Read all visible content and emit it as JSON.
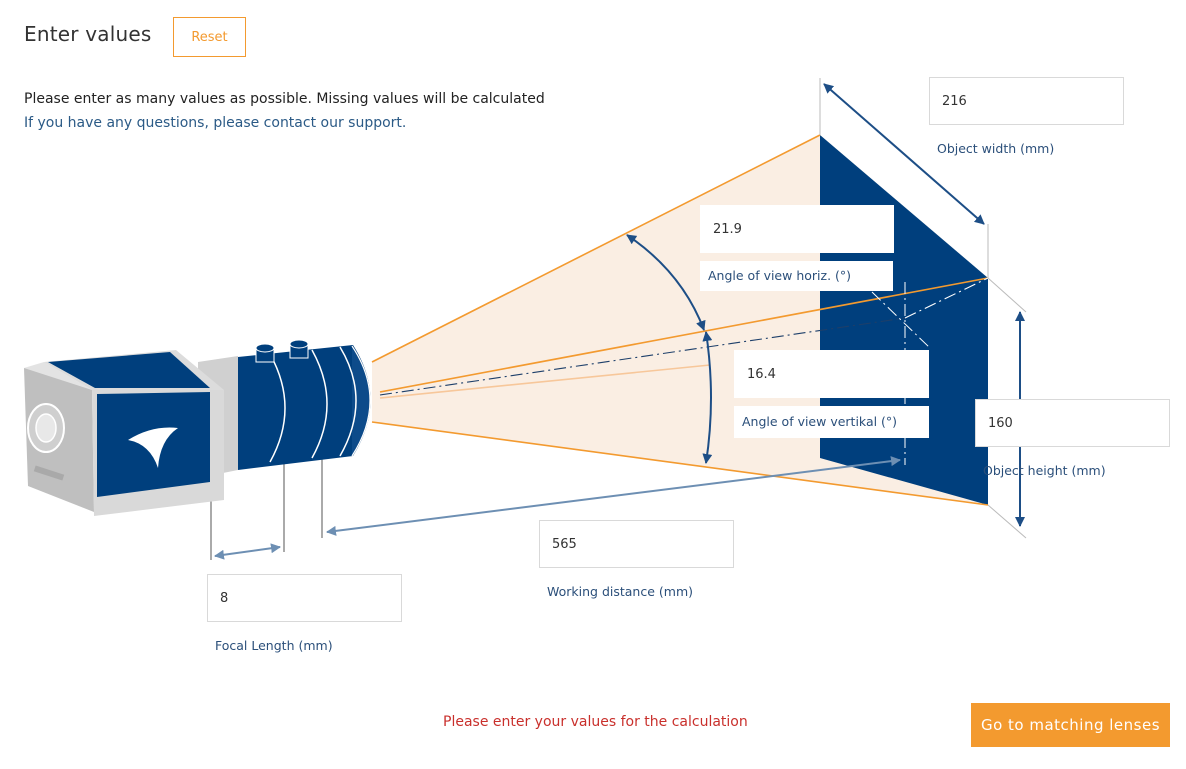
{
  "header": {
    "title": "Enter values",
    "reset_label": "Reset"
  },
  "intro": {
    "instruction": "Please enter as many values as possible. Missing values will be calculated",
    "support_link": "If you have any questions, please contact our support."
  },
  "fields": {
    "object_width": {
      "value": "216",
      "label": "Object width (mm)"
    },
    "angle_horizontal": {
      "value": "21.9",
      "label": "Angle of view horiz. (°)"
    },
    "angle_vertical": {
      "value": "16.4",
      "label": "Angle of view vertikal (°)"
    },
    "object_height": {
      "value": "160",
      "label": "Object height (mm)"
    },
    "working_distance": {
      "value": "565",
      "label": "Working distance (mm)"
    },
    "focal_length": {
      "value": "8",
      "label": "Focal Length (mm)"
    }
  },
  "footer": {
    "message": "Please enter your values for the calculation",
    "go_label": "Go to matching lenses"
  },
  "colors": {
    "accent": "#f39a2f",
    "navy": "#003f7d",
    "link": "#2b5a86",
    "error": "#c9302c",
    "cone_fill": "#faeee3"
  }
}
